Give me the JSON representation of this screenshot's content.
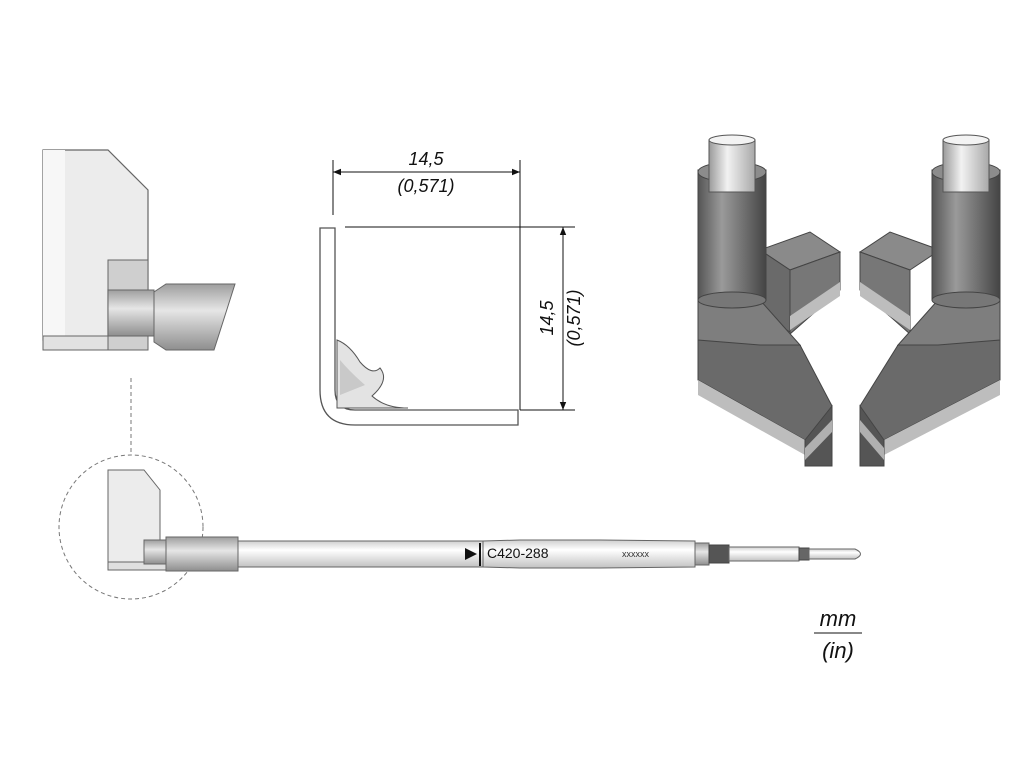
{
  "dimensions": {
    "width_mm": "14,5",
    "width_in": "(0,571)",
    "height_mm": "14,5",
    "height_in": "(0,571)"
  },
  "tip": {
    "part_number": "C420-288",
    "serial": "xxxxxx"
  },
  "units": {
    "primary": "mm",
    "secondary": "(in)"
  },
  "colors": {
    "outline": "#555555",
    "light_gray": "#e8e8e8",
    "mid_gray": "#bdbdbd",
    "dark_gray": "#6e6e6e",
    "shading": "#d6d6d6"
  }
}
